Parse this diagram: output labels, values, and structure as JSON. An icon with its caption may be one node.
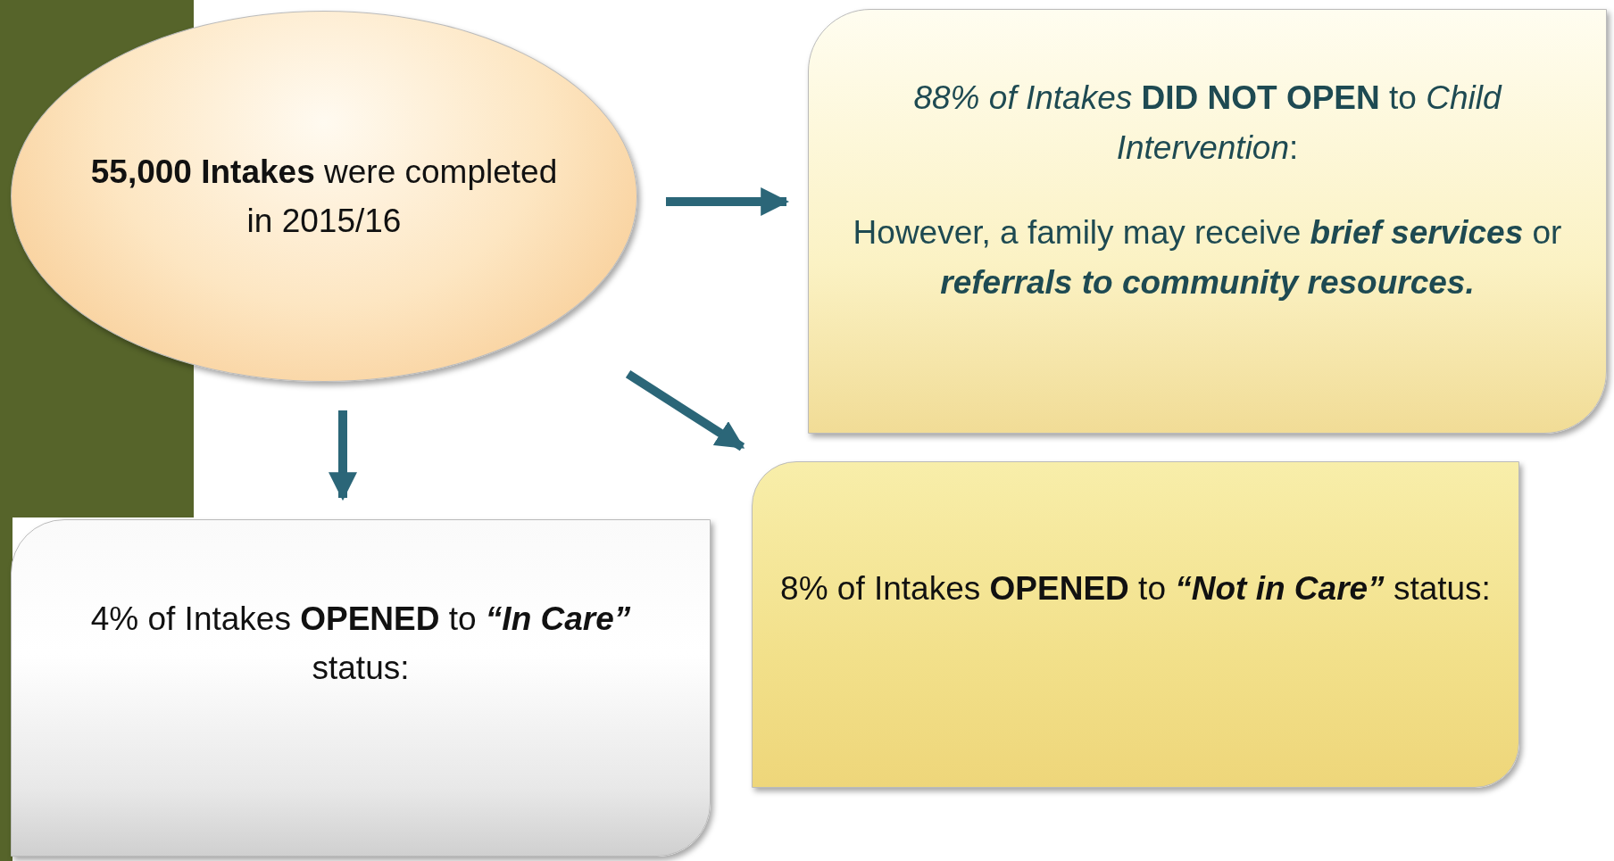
{
  "diagram": {
    "nodes": [
      {
        "text": [
          "**55,000 Intakes** were completed in 2015/16"
        ]
      },
      {
        "text": [
          "*88% of Intakes* **DID NOT OPEN** to *Child Intervention*:",
          "However, a family may receive **brief services** or **referrals to community resources.**"
        ]
      },
      {
        "text": [
          "8% of Intakes **OPENED** to **“Not in Care”** status:"
        ]
      },
      {
        "text": [
          "4% of Intakes **OPENED** to **“In Care”** status:"
        ]
      }
    ],
    "edges": [
      {
        "from": 0,
        "to": 1,
        "arrow": "to"
      },
      {
        "from": 0,
        "to": 2,
        "arrow": "to"
      },
      {
        "from": 0,
        "to": 3,
        "arrow": "to"
      }
    ]
  }
}
